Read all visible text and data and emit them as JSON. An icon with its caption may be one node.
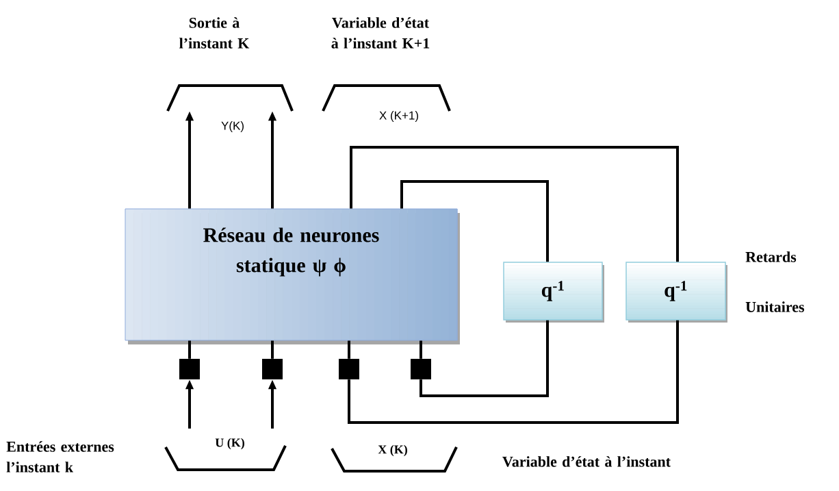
{
  "diagram": {
    "nodes": [
      {
        "text": [
          "Réseau de neurones statique ψ ϕ"
        ]
      },
      {
        "text": [
          "q$^{-1}$"
        ]
      },
      {
        "text": [
          "q$^{-1}$"
        ]
      },
      {
        "text": [],
        "shape": "box"
      },
      {
        "text": [],
        "shape": "box"
      },
      {
        "text": [],
        "shape": "box"
      },
      {
        "text": [],
        "shape": "box"
      },
      {
        "text": [
          "Y(K)"
        ]
      },
      {
        "text": [
          "X (K+1)"
        ]
      },
      {
        "text": [
          "U (K)"
        ]
      },
      {
        "text": [
          "X (K)"
        ]
      }
    ],
    "edges": [
      {
        "from": 0,
        "to": 7,
        "arrow": "to"
      },
      {
        "from": 0,
        "to": 7,
        "arrow": "to"
      },
      {
        "from": 0,
        "to": 1,
        "arrow": "none"
      },
      {
        "from": 0,
        "to": 2,
        "arrow": "none"
      },
      {
        "from": 1,
        "to": 6,
        "arrow": "none"
      },
      {
        "from": 2,
        "to": 5,
        "arrow": "none"
      },
      {
        "from": 9,
        "to": 3,
        "arrow": "to"
      },
      {
        "from": 9,
        "to": 4,
        "arrow": "to"
      },
      {
        "from": 3,
        "to": 0,
        "arrow": "none"
      },
      {
        "from": 4,
        "to": 0,
        "arrow": "none"
      },
      {
        "from": 5,
        "to": 0,
        "arrow": "none"
      },
      {
        "from": 6,
        "to": 0,
        "arrow": "none"
      }
    ],
    "labels": [
      "Sortie à l’instant K",
      "Variable d’état à l’instant K+1",
      "Retards",
      "Unitaires",
      "Entrées externes l’instant k",
      "Variable d’état à l’instant"
    ]
  }
}
